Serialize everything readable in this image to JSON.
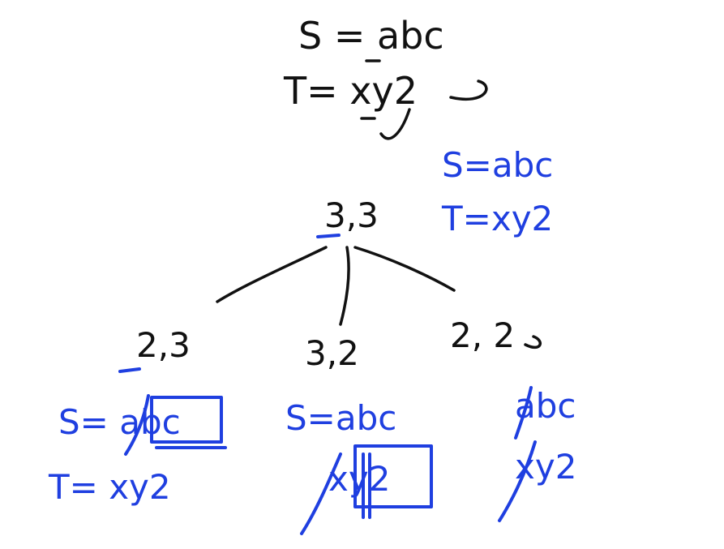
{
  "top": {
    "s_line": "S = abc",
    "t_line": "T= xy2"
  },
  "root": {
    "label": "3,3",
    "note_s": "S=abc",
    "note_t": "T=xy2"
  },
  "children": {
    "left": {
      "label": "2,3",
      "s_line": "S= abc",
      "t_line": "T= xy2"
    },
    "middle": {
      "label": "3,2",
      "s_line": "S=abc",
      "t_line": "xy2"
    },
    "right": {
      "label": "2, 2",
      "s_line": "abc",
      "t_line": "xy2"
    }
  },
  "colors": {
    "black_ink": "#111111",
    "blue_ink": "#1f3fe0",
    "background": "#ffffff"
  }
}
